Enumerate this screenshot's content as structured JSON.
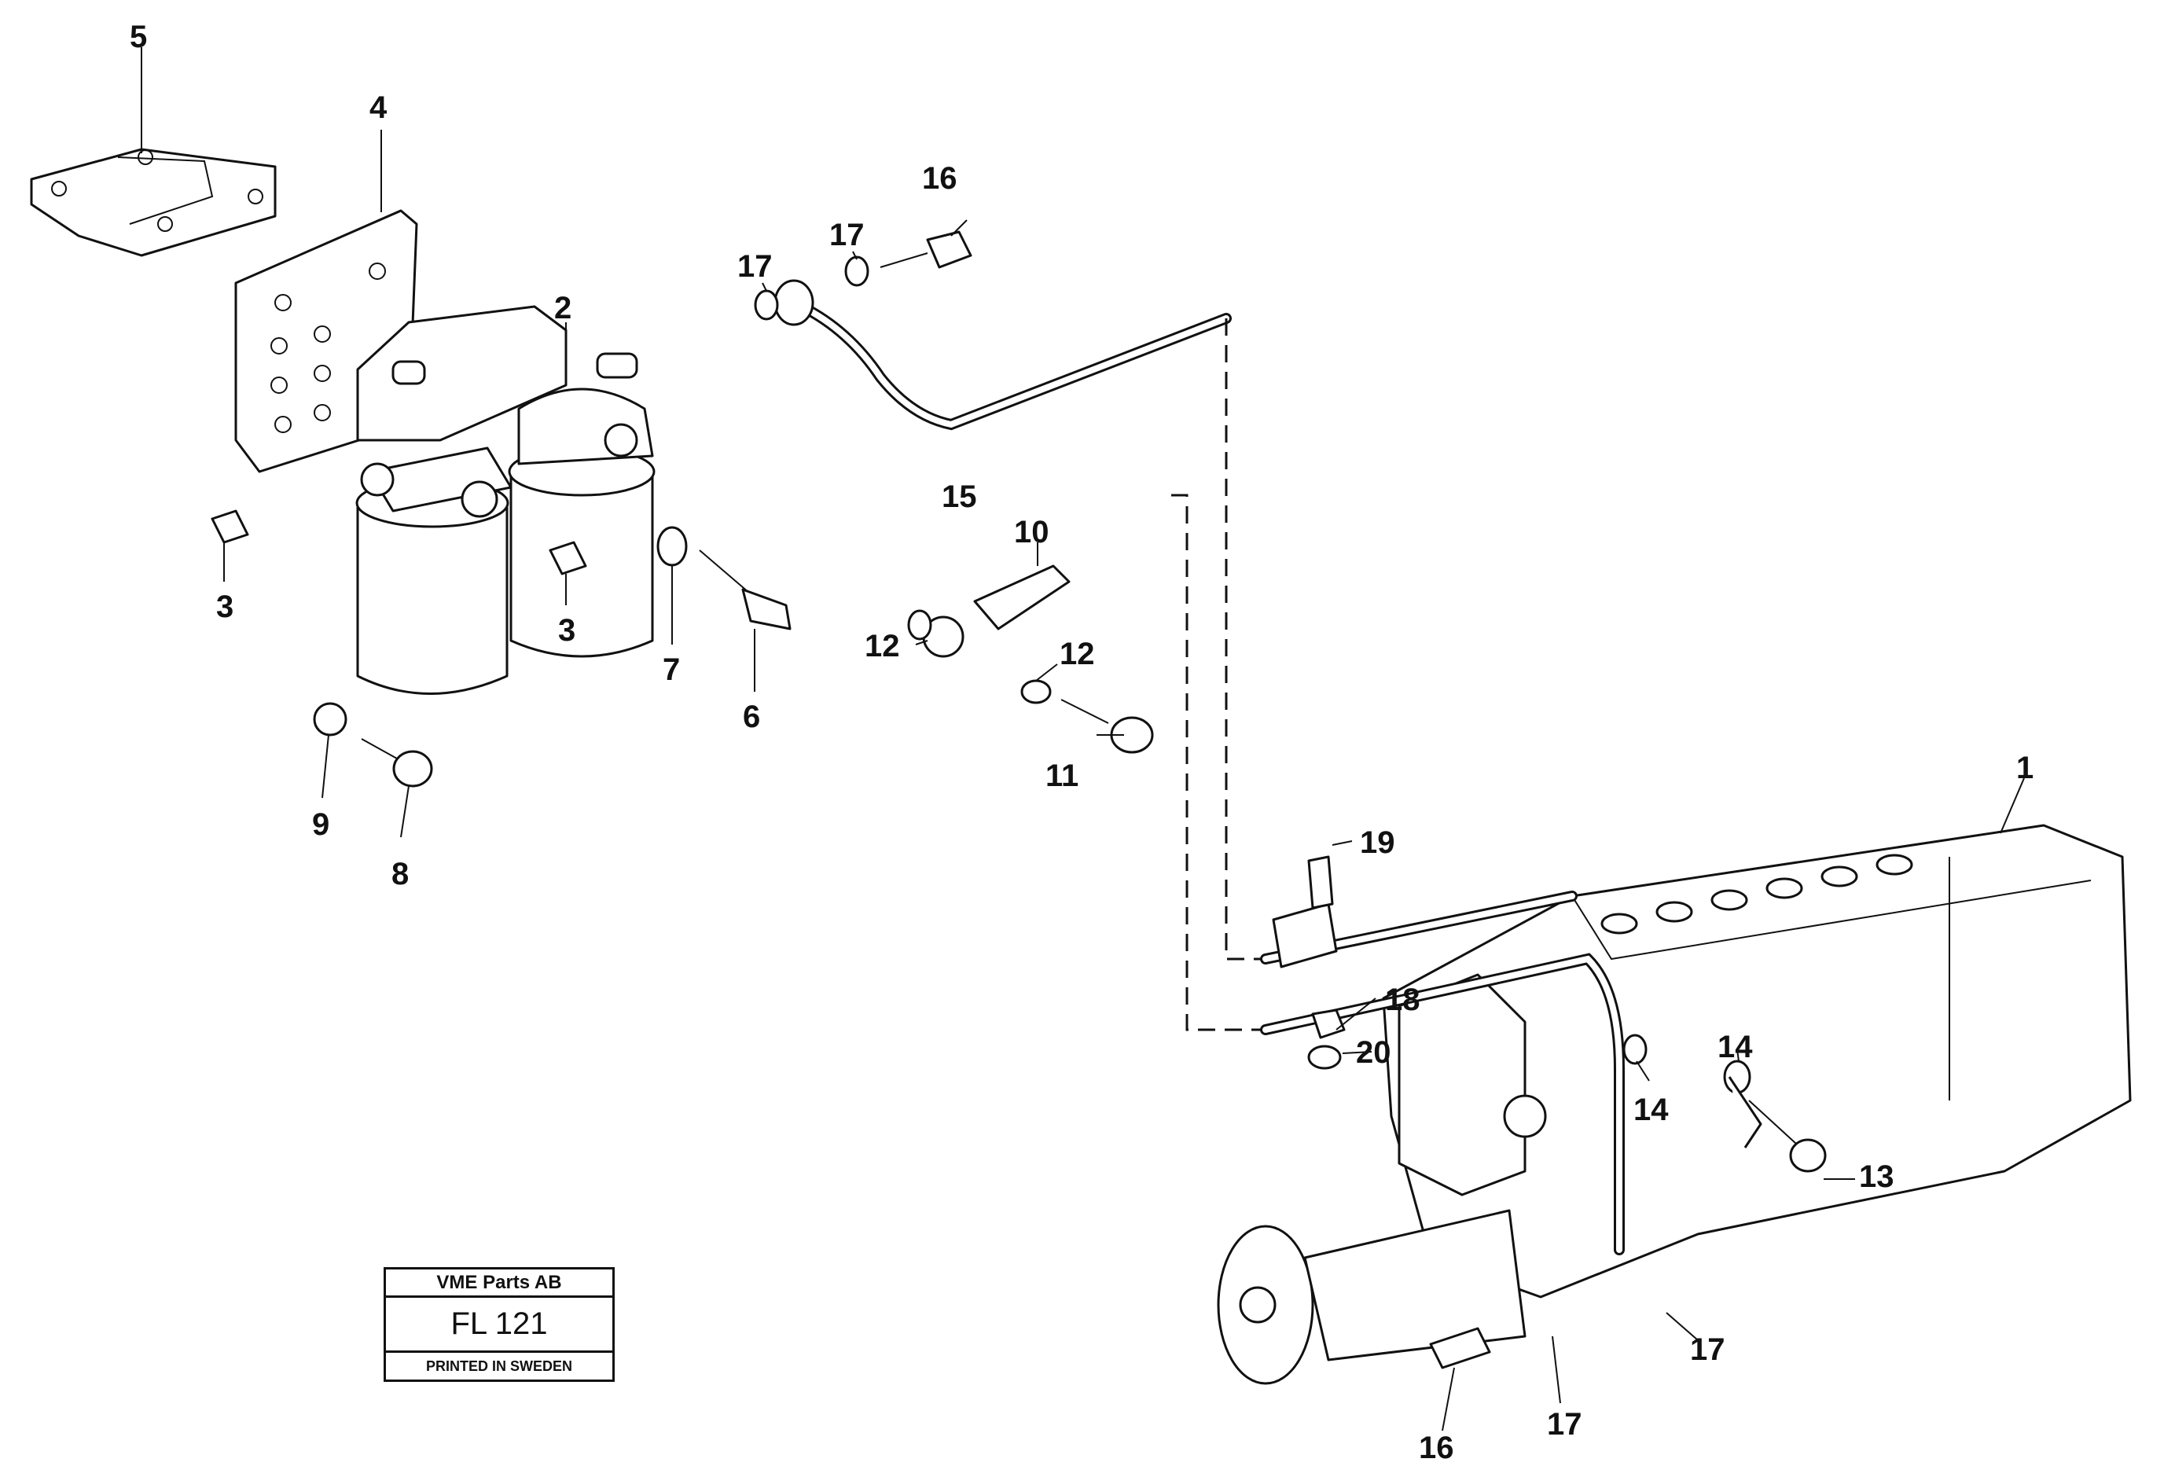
{
  "title_block": {
    "company": "VME Parts AB",
    "code": "FL 121",
    "printed": "PRINTED IN SWEDEN"
  },
  "callouts": {
    "c1": "1",
    "c2": "2",
    "c3a": "3",
    "c3b": "3",
    "c4": "4",
    "c5": "5",
    "c6": "6",
    "c7": "7",
    "c8": "8",
    "c9": "9",
    "c10": "10",
    "c11": "11",
    "c12a": "12",
    "c12b": "12",
    "c13": "13",
    "c14a": "14",
    "c14b": "14",
    "c15": "15",
    "c16a": "16",
    "c16b": "16",
    "c17a": "17",
    "c17b": "17",
    "c17c": "17",
    "c17d": "17",
    "c18": "18",
    "c19": "19",
    "c20": "20"
  }
}
